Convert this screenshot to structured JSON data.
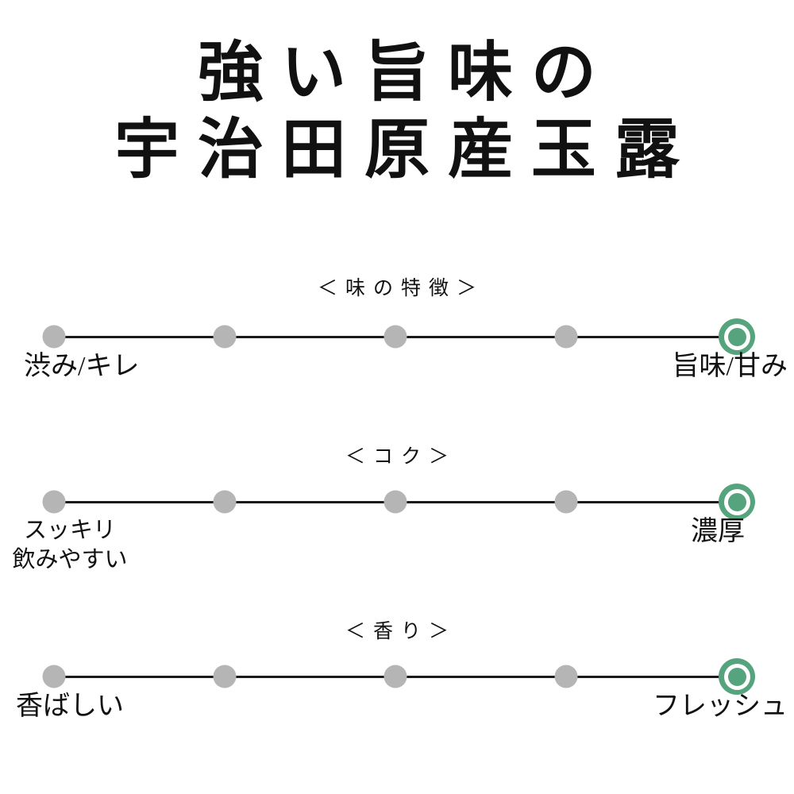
{
  "page": {
    "background": "#ffffff"
  },
  "colors": {
    "accent_green": "#55a47d",
    "dot_gray": "#b5b5b5",
    "line_black": "#1a1a1a",
    "text": "#111111"
  },
  "title": {
    "line1": "強い旨味の",
    "line2": "宇治田原産玉露"
  },
  "chart_data": [
    {
      "type": "scatter",
      "title": "＜味の特徴＞",
      "left_label": "渋み/キレ",
      "right_label": "旨味/甘み",
      "x": [
        1,
        2,
        3,
        4,
        5
      ],
      "levels": 5,
      "selected_level": 5,
      "note": "5-point scale, rightmost point highlighted green"
    },
    {
      "type": "scatter",
      "title": "＜コク＞",
      "left_label": "スッキリ\n飲みやすい",
      "right_label": "濃厚",
      "x": [
        1,
        2,
        3,
        4,
        5
      ],
      "levels": 5,
      "selected_level": 5,
      "note": "5-point scale, rightmost point highlighted green"
    },
    {
      "type": "scatter",
      "title": "＜香り＞",
      "left_label": "香ばしい",
      "right_label": "フレッシュ",
      "x": [
        1,
        2,
        3,
        4,
        5
      ],
      "levels": 5,
      "selected_level": 5,
      "note": "5-point scale, rightmost point highlighted green"
    }
  ]
}
